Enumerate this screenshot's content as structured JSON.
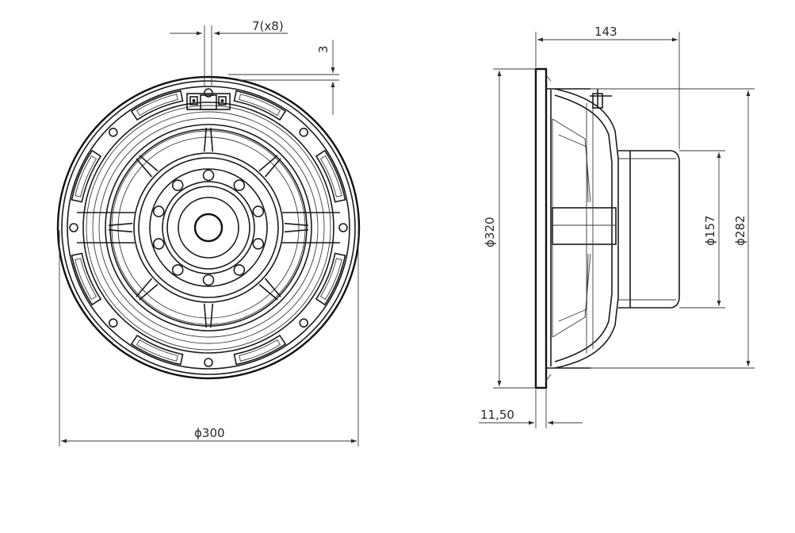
{
  "front_view": {
    "slot_dim": "7(x8)",
    "flange_dim": "3",
    "outer_diameter": "300"
  },
  "side_view": {
    "depth": "143",
    "flange_diameter": "320",
    "magnet_diameter": "157",
    "basket_diameter": "282",
    "flange_thickness": "11,50"
  },
  "symbols": {
    "diameter": "ϕ"
  },
  "colors": {
    "stroke": "#1a1a1a",
    "text": "#2b2b2b",
    "background": "#ffffff"
  }
}
